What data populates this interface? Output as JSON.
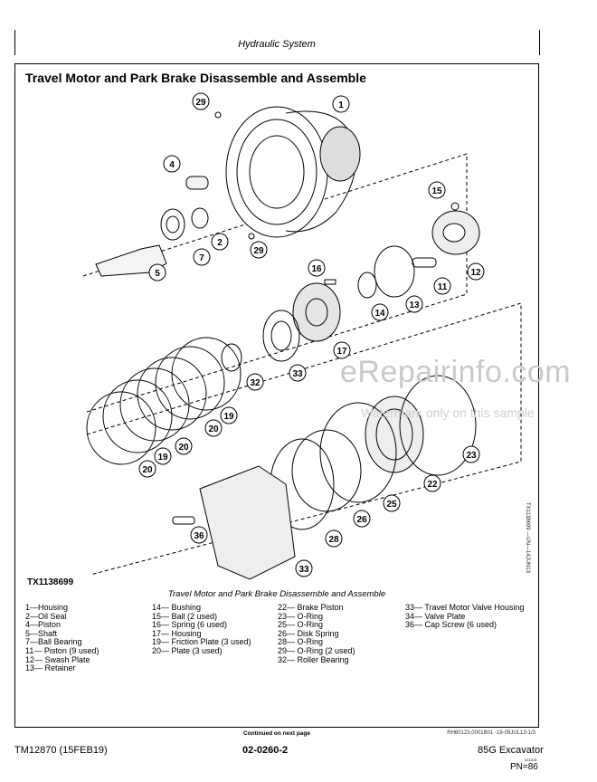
{
  "header": {
    "section": "Hydraulic System"
  },
  "page_title": "Travel Motor and Park Brake Disassemble and Assemble",
  "figure": {
    "id": "TX1138699",
    "side_id": "TX1138699 —UN—14JUN13",
    "caption": "Travel Motor and Park Brake Disassemble and Assemble",
    "callouts": [
      "29",
      "1",
      "4",
      "15",
      "2",
      "7",
      "29",
      "5",
      "12",
      "16",
      "11",
      "13",
      "14",
      "17",
      "33",
      "32",
      "19",
      "20",
      "20",
      "19",
      "20",
      "23",
      "22",
      "25",
      "26",
      "28",
      "36",
      "33"
    ]
  },
  "legend": {
    "col1": [
      "1—Housing",
      "2—Oil Seal",
      "4—Piston",
      "5—Shaft",
      "7—Ball Bearing",
      "11— Piston (9 used)",
      "12— Swash Plate",
      "13— Retainer"
    ],
    "col2": [
      "14— Bushing",
      "15— Ball (2 used)",
      "16— Spring (6 used)",
      "17— Housing",
      "19— Friction Plate (3 used)",
      "20— Plate (3 used)"
    ],
    "col3": [
      "22— Brake Piston",
      "23— O-Ring",
      "25— O-Ring",
      "26— Disk Spring",
      "28— O-Ring",
      "29— O-Ring (2 used)",
      "32— Roller Bearing"
    ],
    "col4": [
      "33— Travel Motor Valve Housing",
      "34— Valve Plate",
      "36— Cap Screw (6 used)"
    ]
  },
  "continued": "Continued on next page",
  "reference": "RH60123,0001B01 -19-09JUL13-1/3",
  "footer": {
    "left": "TM12870 (15FEB19)",
    "center": "02-0260-2",
    "right": "85G Excavator",
    "date": "021019",
    "pn": "PN=86"
  },
  "watermark": {
    "main": "eRepairinfo.com",
    "sub": "Watermark only on this sample"
  }
}
